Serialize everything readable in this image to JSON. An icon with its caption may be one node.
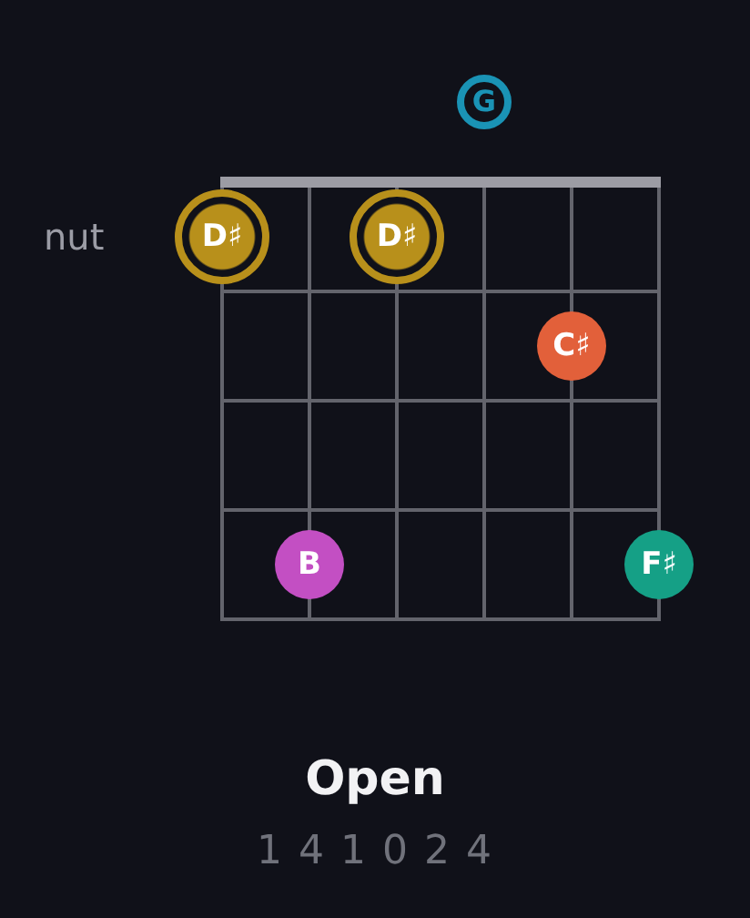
{
  "diagram": {
    "title": "Open",
    "nodes": [
      {
        "text": [
          "G"
        ]
      },
      {
        "text": [
          "D♯"
        ]
      },
      {
        "text": [
          "D♯"
        ]
      },
      {
        "text": [
          "C♯"
        ]
      },
      {
        "text": [
          "B"
        ]
      },
      {
        "text": [
          "F♯"
        ]
      }
    ],
    "labels": [
      "nut",
      "1 4 1 0 2 4"
    ]
  }
}
